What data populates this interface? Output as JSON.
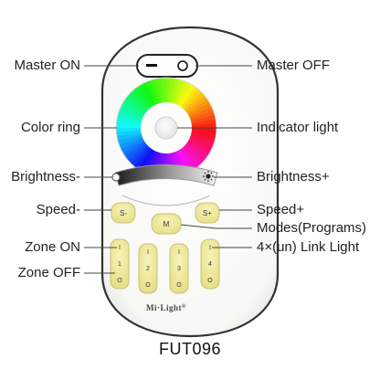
{
  "model": "FUT096",
  "brand": "Mi·Light",
  "brand_mark": "®",
  "keys": {
    "speed_minus": "S-",
    "speed_plus": "S+",
    "mode": "M",
    "zone_on_marks": [
      "I",
      "I",
      "I",
      "I"
    ],
    "zone_numbers": [
      "1",
      "2",
      "3",
      "4"
    ],
    "zone_off_marks": [
      "O",
      "O",
      "O",
      "O"
    ]
  },
  "callouts_left": {
    "master_on": "Master ON",
    "color_ring": "Color ring",
    "brightness_minus": "Brightness-",
    "speed_minus": "Speed-",
    "zone_on": "Zone ON",
    "zone_off": "Zone OFF"
  },
  "callouts_right": {
    "master_off": "Master OFF",
    "indicator_light": "Indicator light",
    "brightness_plus": "Brightness+",
    "speed_plus": "Speed+",
    "modes": "Modes(Programs)",
    "link_light": "4×(un) Link Light"
  },
  "colors": {
    "remote_body": "#fbfbf9",
    "remote_outline": "#333333",
    "key_yellow": "#f1ec9a",
    "key_outline": "#c8c07a",
    "leader_line": "#444444"
  },
  "icons": {
    "master_on": "minus-icon",
    "master_off": "circle-icon",
    "brightness_plus": "sun-icon",
    "indicator": "indicator-light-icon"
  }
}
